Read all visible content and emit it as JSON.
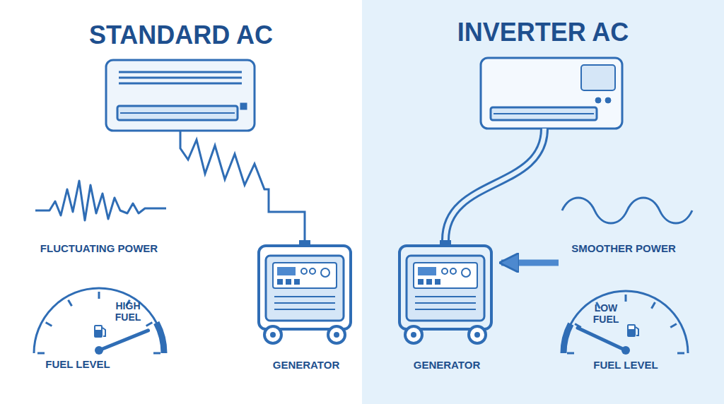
{
  "diagram": {
    "nodes": [
      {
        "text": [
          "STANDARD AC"
        ]
      },
      {
        "text": [
          "HIGH FUEL",
          "FUEL LEVEL"
        ],
        "in": 0
      },
      {
        "text": [
          "GENERATOR"
        ],
        "in": 0
      },
      {
        "text": [
          "INVERTER AC"
        ]
      },
      {
        "text": [
          "GENERATOR"
        ],
        "in": 3
      },
      {
        "text": [
          "LOW FUEL",
          "FUEL LEVEL"
        ],
        "in": 3
      }
    ],
    "edges": [
      {
        "from": 5,
        "to": 4,
        "arrow": "to"
      }
    ],
    "labels": [
      "FLUCTUATING POWER",
      "SMOOTHER POWER"
    ]
  }
}
